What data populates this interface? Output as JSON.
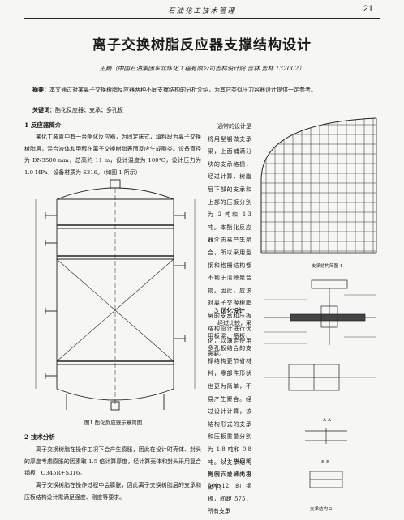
{
  "header": {
    "journal": "石油化工技术管理",
    "page_number": "21"
  },
  "title": "离子交换树脂反应器支撑结构设计",
  "authors": "王巍（中国石油集团东北炼化工程有限公司吉林设计院    吉林 吉林    132002）",
  "abstract": {
    "label": "摘要：",
    "text": "本文通过对某离子交换树脂反应器两种不同支撑结构的分析介绍，为其它类似压力容器设计提供一定参考。"
  },
  "keywords": {
    "label": "关键词：",
    "text": "酯化反应器；支承；多孔板"
  },
  "section1": {
    "heading": "1 反应器简介",
    "paragraph": "某化工装置中有一台酯化反应器，为固定床式，填料段为离子交换树脂层，混合液体和甲醇在离子交换树脂表面反应生成酯类。设备直径为 DN3500 mm，总高约 11 m，设计温度为 100℃，设计压力为 1.0 MPa，设备材质为 S316。（如图 1 所示）"
  },
  "figure1": {
    "caption": "图1    酯化反应器示意简图"
  },
  "section2": {
    "heading": "2 技术分析",
    "p1": "离子交换树脂在操作工况下会产生膨胀，因此在设计时壳体、封头的厚度考虑膨胀的因素取 1.5 倍计算厚度，经计算壳体和封头采用复合钢板：Q345R+S316。",
    "p2": "离子交换树脂在操作过程中会膨胀，因此离子交换树脂层的支承和压板结构设计需满足强度、刚度等要求。"
  },
  "middle_column": {
    "p1": "通常的设计是将用型钢做支承梁，上面铺满分块的支承格栅，经过计算，树脂层下部的支承和上部的压板分别为 2 吨和 1.3 吨。本酯化反应器介质易产生聚合，所以采用型钢和格栅结构都不利于清除聚合物。因此，应该对离子交换树脂层的支承和压板结构设计进行优化，以满足使用需要。",
    "heading3": "3 优化设计",
    "p2": "经过比较，采用板梁、筋板、多孔板结合的支撑结构更节省材料，零部件形状也更为简单，不易产生聚合。经过设计计算，该结构形式的支承和压板重量分别为 1.8 吨和 0.8 吨。以支承结构为例，设计内容如下：",
    "p3": "（1）纵向和横向支承梁采用 300x12 的钢板，间距 575，所有支承"
  },
  "right_figures": {
    "caption1": "支承结构简图 1",
    "caption2": "支承结构 2",
    "mini_label_a": "A-A",
    "mini_label_b": "B-B"
  }
}
